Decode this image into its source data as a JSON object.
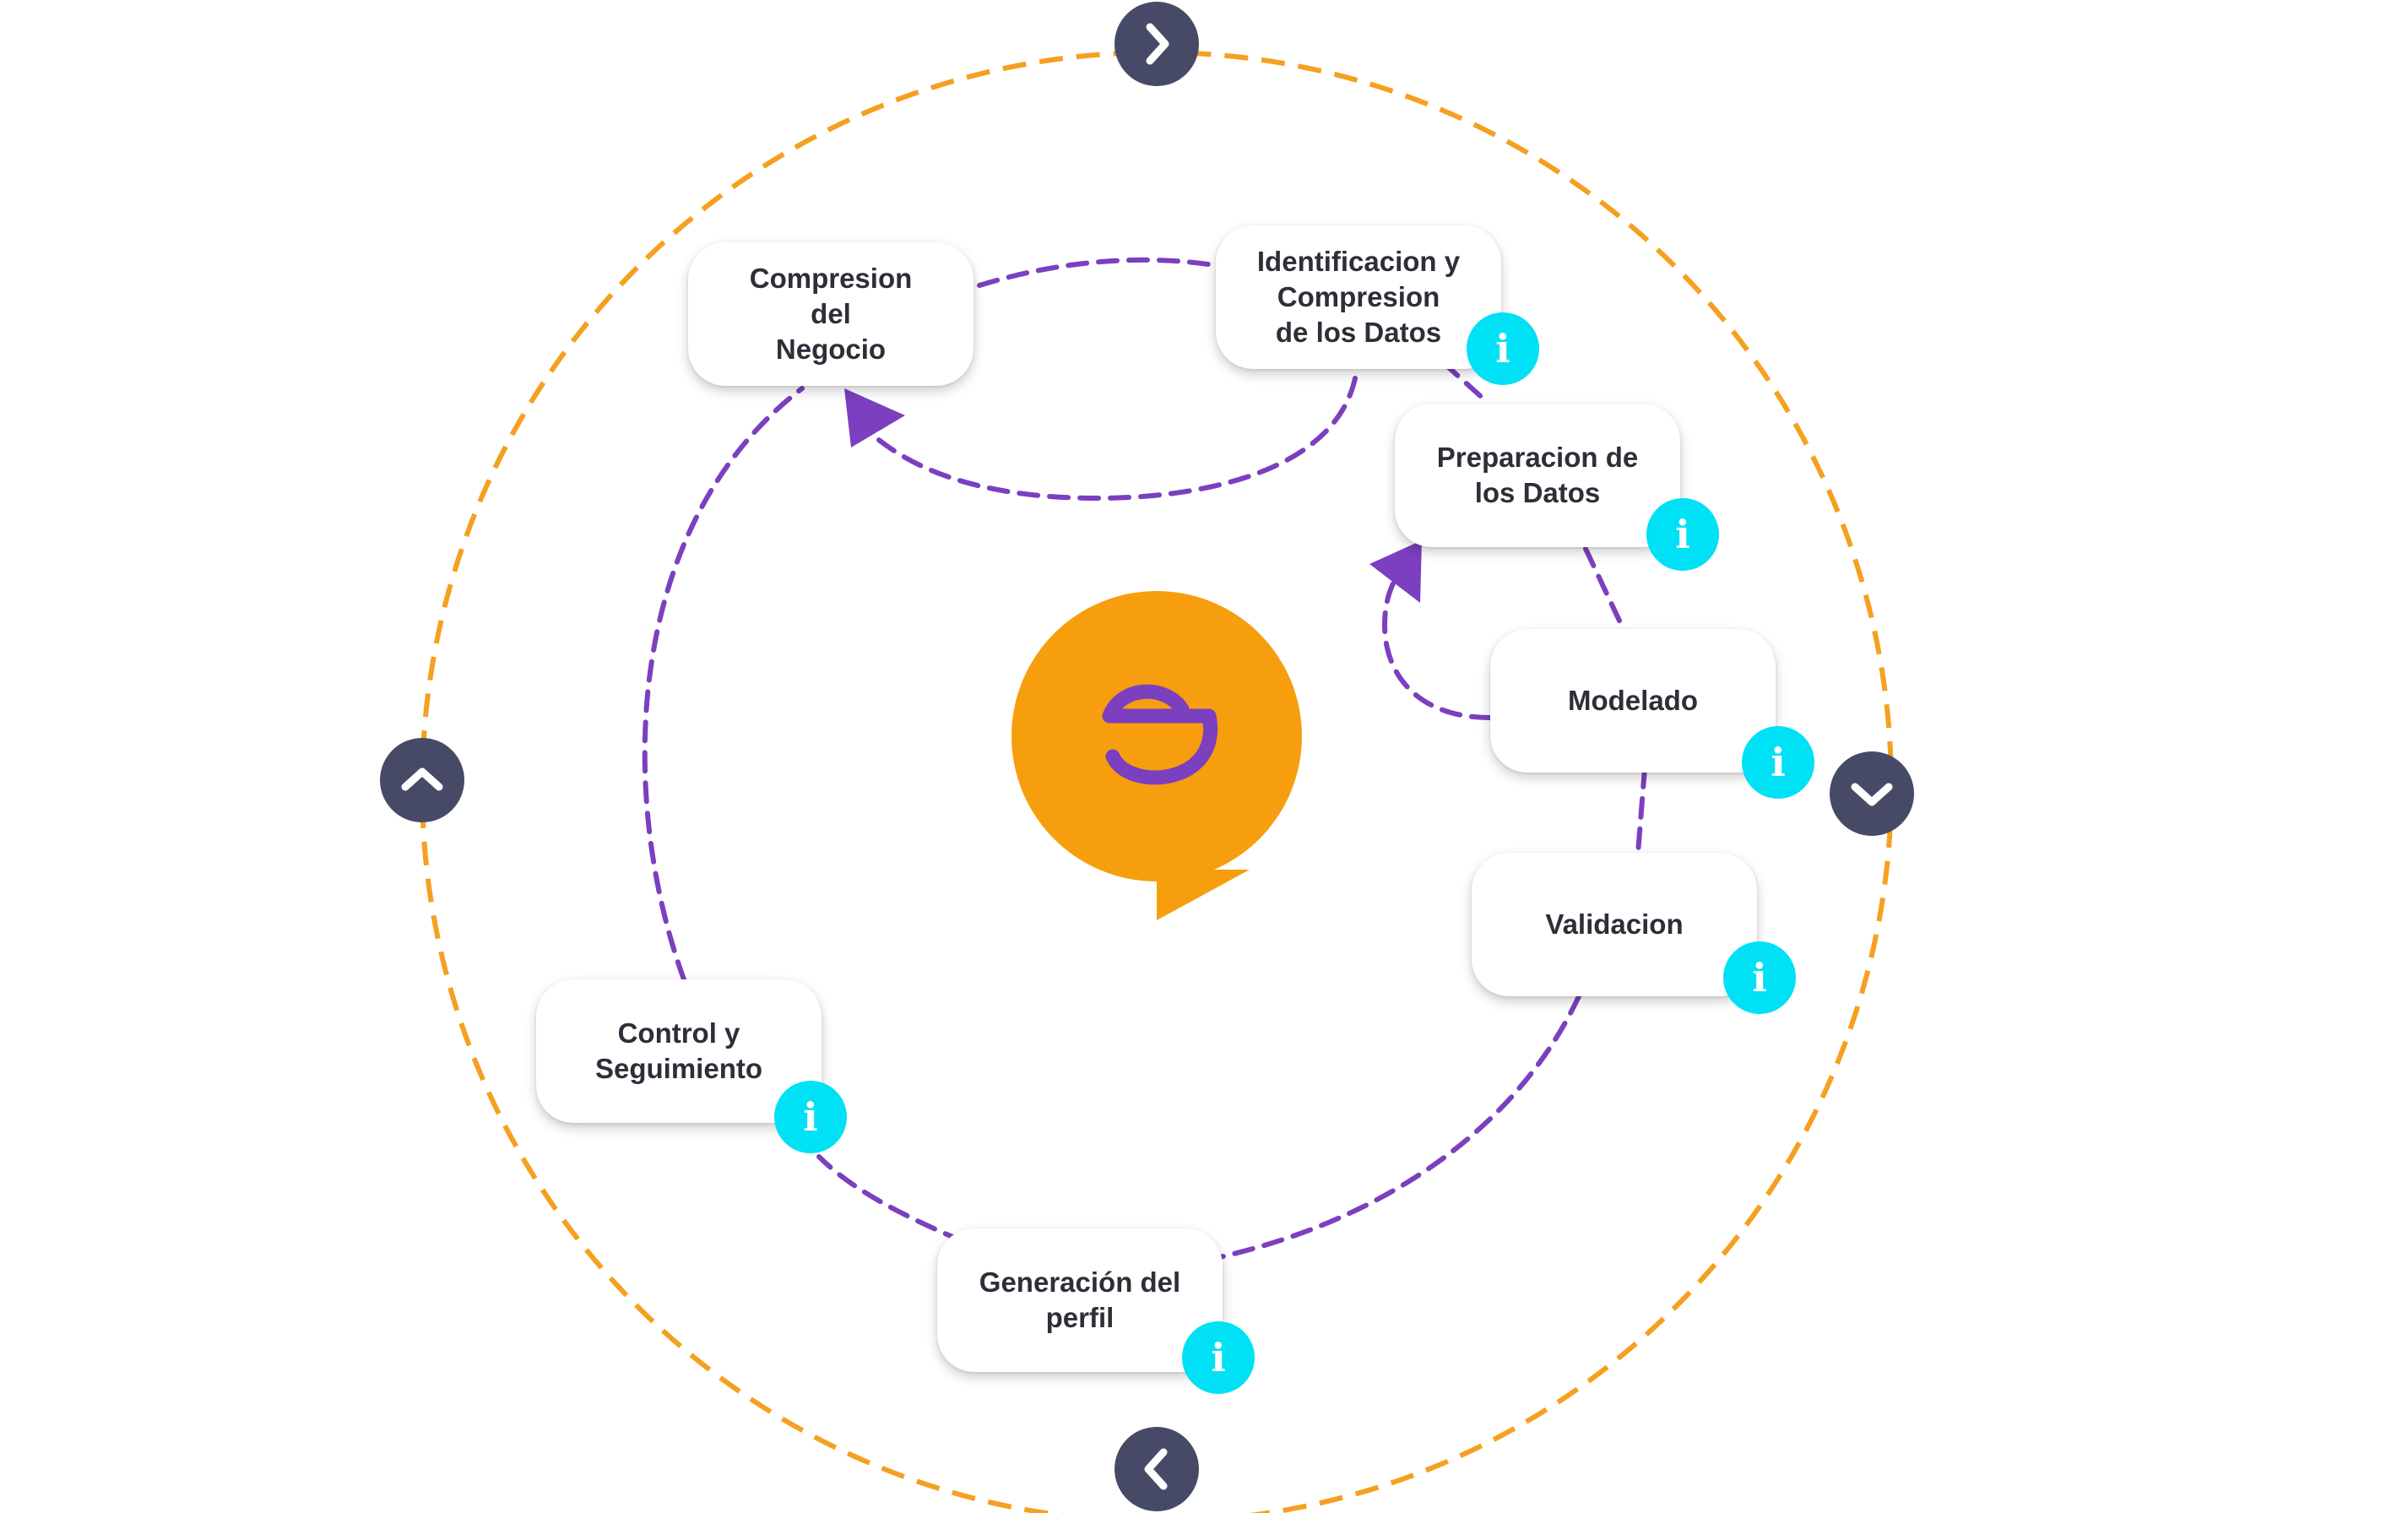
{
  "steps": [
    {
      "id": "business",
      "label": "Compresion\ndel\nNegocio",
      "has_info": false
    },
    {
      "id": "data-understanding",
      "label": "Identificacion y\nCompresion\nde los Datos",
      "has_info": true
    },
    {
      "id": "data-preparation",
      "label": "Preparacion de\nlos Datos",
      "has_info": true
    },
    {
      "id": "modeling",
      "label": "Modelado",
      "has_info": true
    },
    {
      "id": "validation",
      "label": "Validacion",
      "has_info": true
    },
    {
      "id": "profile-generation",
      "label": "Generación del\nperfil",
      "has_info": true
    },
    {
      "id": "monitoring",
      "label": "Control y\nSeguimiento",
      "has_info": true
    }
  ],
  "info_glyph": "i",
  "nav": {
    "top": "chevron-right-icon",
    "right": "chevron-down-icon",
    "bottom": "chevron-left-icon",
    "left": "chevron-up-icon"
  },
  "colors": {
    "outer_ring": "#f5a020",
    "inner_path": "#7b3fbf",
    "card_text": "#2e2e38",
    "info_badge": "#00e1f5",
    "nav_button": "#464a66",
    "logo_bubble": "#f79e0e",
    "logo_mark": "#7b3fbf"
  }
}
